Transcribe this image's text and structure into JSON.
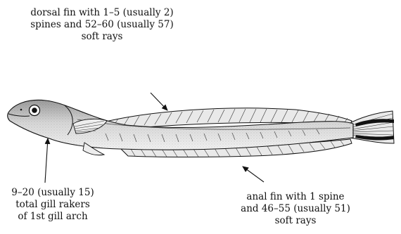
{
  "annotations": {
    "dorsal_fin": {
      "lines": [
        "dorsal fin with 1–5 (usually 2)",
        "spines and 52–60 (usually 57)",
        "soft rays"
      ]
    },
    "gill_rakers": {
      "lines": [
        "9–20 (usually 15)",
        "total gill rakers",
        "of 1st gill arch"
      ]
    },
    "anal_fin": {
      "lines": [
        "anal fin with 1 spine",
        "and 46–55 (usually 51)",
        "soft rays"
      ]
    }
  }
}
